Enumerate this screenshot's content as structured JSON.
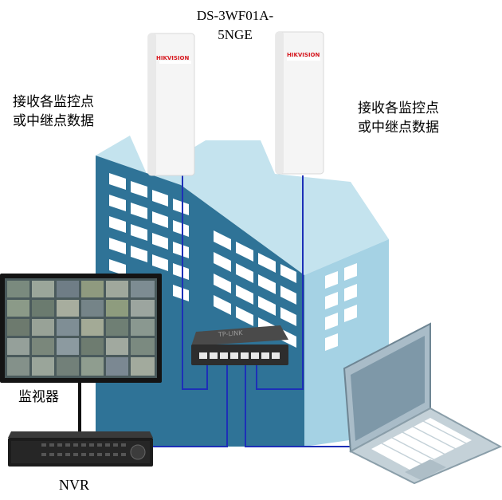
{
  "title": {
    "line1": "DS-3WF01A-",
    "line2": "5NGE"
  },
  "left_caption": {
    "line1": "接收各监控点",
    "line2": "或中继点数据"
  },
  "right_caption": {
    "line1": "接收各监控点",
    "line2": "或中继点数据"
  },
  "monitor_label": "监视器",
  "nvr_label": "NVR",
  "bridge_brand": "HIKVISION",
  "switch_brand": "TP-LINK",
  "colors": {
    "building_front": "#2e7196",
    "building_side": "#9fcde0",
    "building_roof": "#c4e3ee",
    "window": "#ffffff",
    "cable": "#1d2fb8",
    "cable_black": "#111111",
    "bridge_body": "#f4f4f4",
    "brand_red": "#d71920"
  }
}
